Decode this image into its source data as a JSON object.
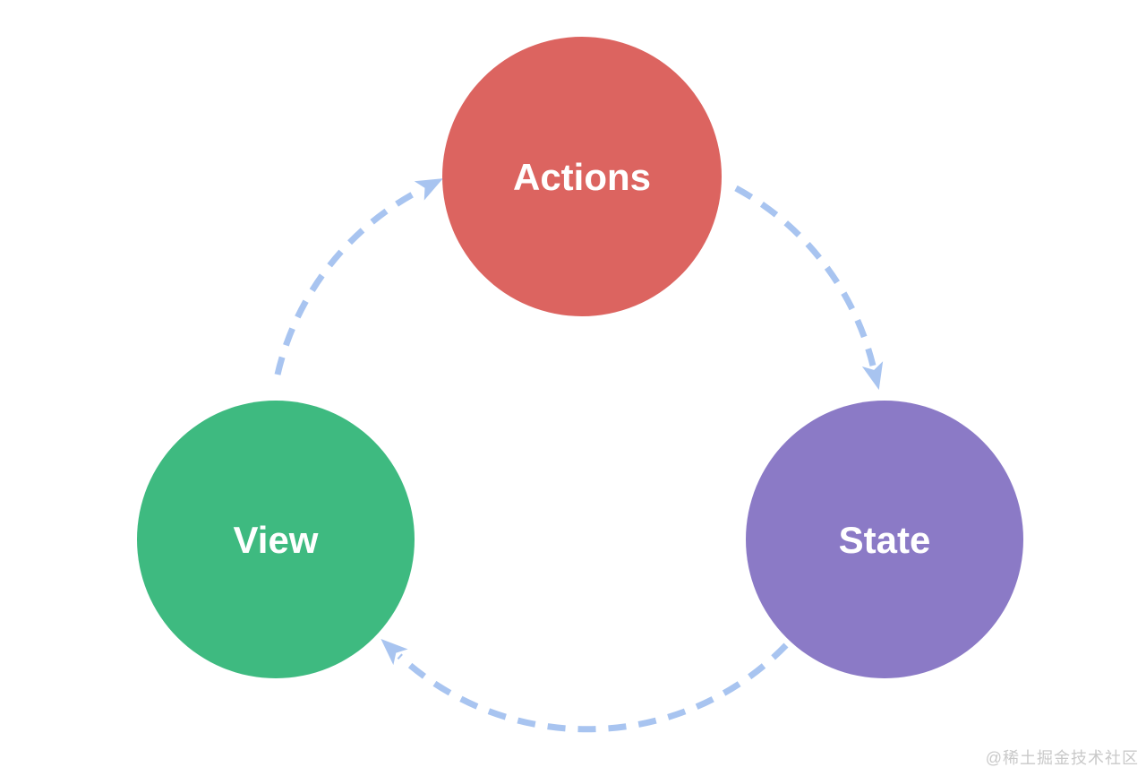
{
  "diagram": {
    "type": "cycle-flow-diagram",
    "nodes": [
      {
        "id": "actions",
        "label": "Actions",
        "color": "#dc6460",
        "text_color": "#ffffff"
      },
      {
        "id": "state",
        "label": "State",
        "color": "#8b7ac6",
        "text_color": "#ffffff"
      },
      {
        "id": "view",
        "label": "View",
        "color": "#3eba80",
        "text_color": "#ffffff"
      }
    ],
    "edges": [
      {
        "from": "view",
        "to": "actions"
      },
      {
        "from": "actions",
        "to": "state"
      },
      {
        "from": "state",
        "to": "view"
      }
    ],
    "edge_color": "#a8c4f0",
    "edge_style": "dashed-arrow-clockwise"
  },
  "watermark": {
    "text": "@稀土掘金技术社区",
    "color": "#c9c9c9"
  }
}
